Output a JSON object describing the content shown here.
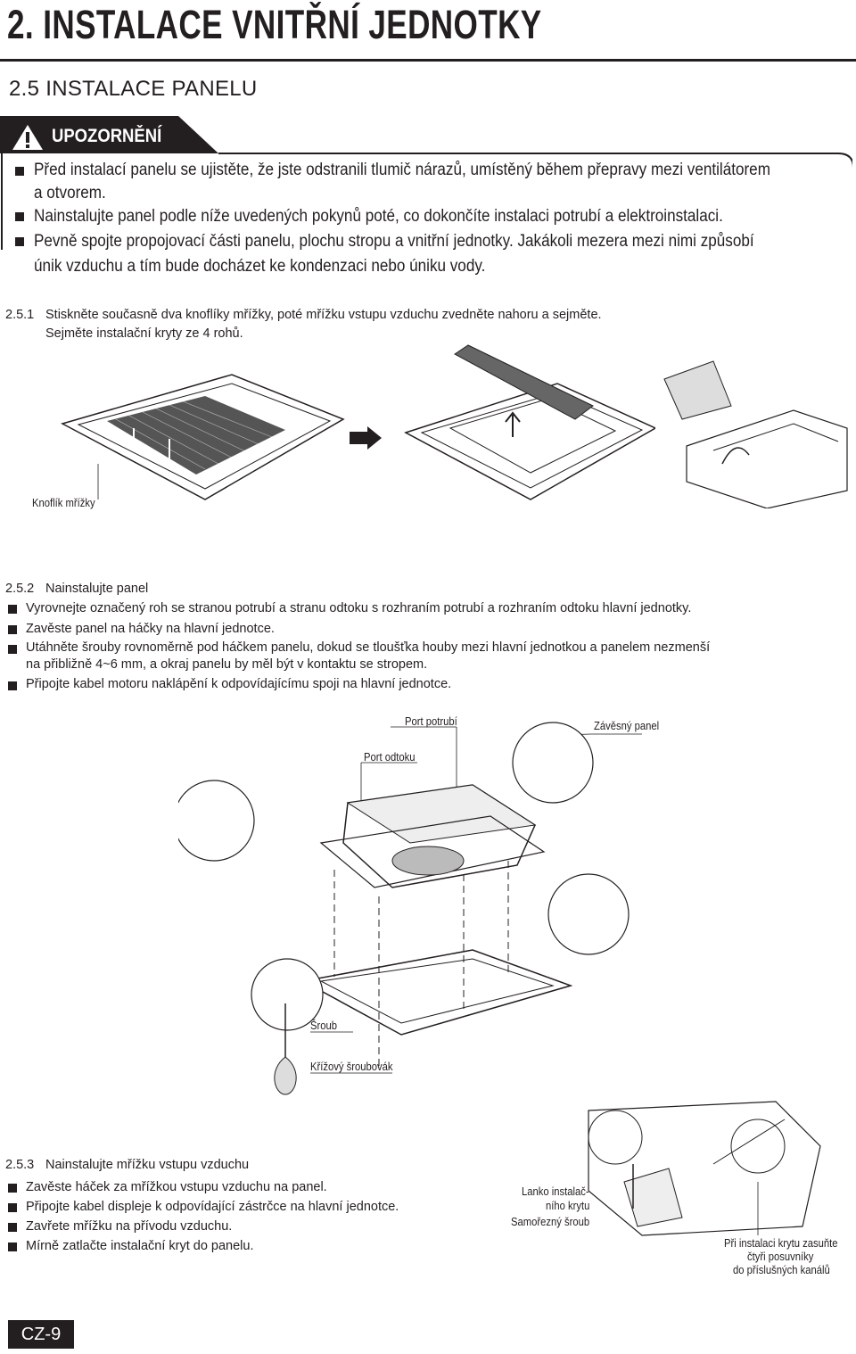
{
  "header": {
    "title": "2. INSTALACE VNITŘNÍ JEDNOTKY",
    "subtitle": "2.5  INSTALACE PANELU"
  },
  "warning": {
    "label": "UPOZORNĚNÍ",
    "items": [
      "Před instalací panelu se ujistěte, že jste odstranili tlumič nárazů, umístěný během přepravy mezi ventilátorem",
      "a otvorem.",
      "Nainstalujte panel podle níže uvedených pokynů poté, co dokončíte instalaci potrubí a elektroinstalaci.",
      "Pevně spojte propojovací části panelu, plochu stropu a vnitřní jednotky. Jakákoli mezera mezi nimi způsobí",
      "únik vzduchu a tím bude docházet ke kondenzaci nebo úniku vody."
    ]
  },
  "step1": {
    "number": "2.5.1",
    "line1": "Stiskněte současně dva knoflíky mřížky, poté mřížku vstupu vzduchu zvedněte nahoru a sejměte.",
    "line2": "Sejměte instalační kryty ze 4 rohů.",
    "caption_knob": "Knoflík mřížky"
  },
  "step2": {
    "number": "2.5.2",
    "title": "Nainstalujte panel",
    "items": [
      "Vyrovnejte označený roh se stranou potrubí a stranu odtoku s rozhraním potrubí a rozhraním odtoku hlavní jednotky.",
      "Zavěste panel na háčky na hlavní jednotce.",
      "Utáhněte šrouby rovnoměrně pod háčkem panelu, dokud se tloušťka houby mezi hlavní jednotkou a panelem nezmenší",
      "na přibližně 4~6 mm, a okraj panelu by měl být v kontaktu se stropem.",
      "Připojte kabel motoru naklápění k odpovídajícímu spoji na hlavní jednotce."
    ],
    "labels": {
      "port_potrubi": "Port potrubí",
      "zavesny_panel": "Závěsný panel",
      "port_odtoku": "Port odtoku",
      "sroub": "Šroub",
      "krizovy": "Křížový šroubovák"
    }
  },
  "step3": {
    "number": "2.5.3",
    "title": "Nainstalujte mřížku vstupu vzduchu",
    "items": [
      "Zavěste háček za mřížkou vstupu vzduchu na panel.",
      "Připojte kabel displeje k odpovídající zástrčce na hlavní jednotce.",
      "Zavřete mřížku na přívodu vzduchu.",
      "Mírně zatlačte instalační kryt do panelu."
    ],
    "labels": {
      "lanko_1": "Lanko instalač-",
      "lanko_2": "ního krytu",
      "samorezny": "Samořezný šroub",
      "pri_1": "Při instalaci krytu zasuňte",
      "pri_2": "čtyři posuvníky",
      "pri_3": "do příslušných kanálů"
    }
  },
  "footer": {
    "page": "CZ-9"
  }
}
